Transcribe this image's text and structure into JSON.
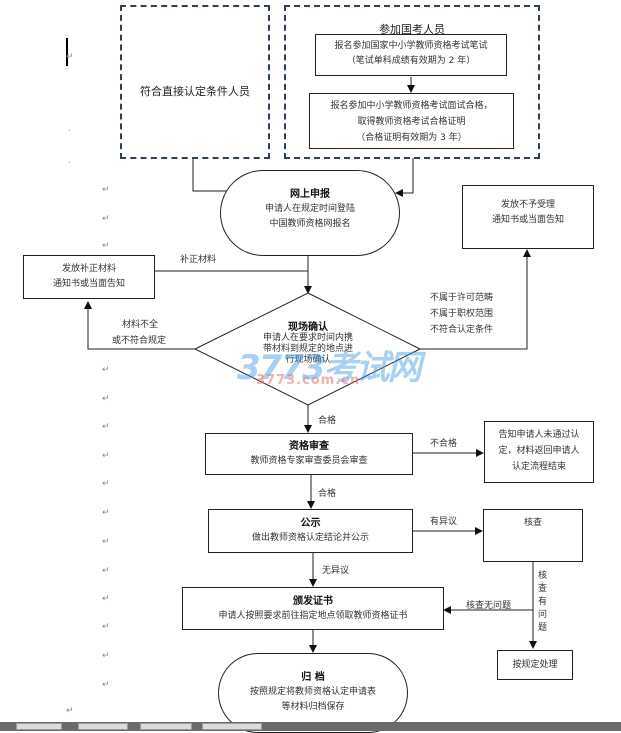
{
  "direct_box": {
    "text": "符合直接认定条件人员"
  },
  "exam_group": {
    "title": "参加国考人员",
    "written": {
      "line1": "报名参加国家中小学教师资格考试笔试",
      "line2": "（笔试单科成绩有效期为 2 年）"
    },
    "interview": {
      "line1": "报名参加中小学教师资格考试面试合格，",
      "line2": "取得教师资格考试合格证明",
      "line3": "（合格证明有效期为 3 年）"
    }
  },
  "online": {
    "title": "网上申报",
    "line1": "申请人在规定时间登陆",
    "line2": "中国教师资格网报名"
  },
  "reject_box": {
    "line1": "发放不予受理",
    "line2": "通知书或当面告知"
  },
  "supplement_box": {
    "line1": "发放补正材料",
    "line2": "通知书或当面告知"
  },
  "labels": {
    "supplement": "补正材料",
    "incomplete_1": "材料不全",
    "incomplete_2": "或不符合规定",
    "not_scope_1": "不属于许可范畴",
    "not_scope_2": "不属于职权范围",
    "not_scope_3": "不符合认定条件",
    "pass1": "合格",
    "pass2": "合格",
    "fail": "不合格",
    "objection": "有异议",
    "no_objection": "无异议",
    "check_ok": "核查无问题",
    "check_problem": "核查有问题"
  },
  "onsite": {
    "title": "现场确认",
    "line1": "申请人在要求时间内携",
    "line2": "带材料到规定的地点进",
    "line3": "行现场确认"
  },
  "review": {
    "title": "资格审查",
    "line1": "教师资格专家审查委员会审查"
  },
  "fail_box": {
    "line1": "告知申请人未通过认",
    "line2": "定，材料返回申请人",
    "line3": "认定流程结束"
  },
  "publicity": {
    "title": "公示",
    "line1": "做出教师资格认定结论并公示"
  },
  "verify_box": {
    "title": "核查"
  },
  "issue": {
    "title": "颁发证书",
    "line1": "申请人按照要求前往指定地点领取教师资格证书"
  },
  "handle_box": {
    "line1": "按规定处理"
  },
  "archive": {
    "title": "归 档",
    "line1": "按照规定将教师资格认定申请表",
    "line2": "等材料归档保存"
  },
  "watermark": {
    "logo": "3773考试网",
    "url": "3773.com.cn"
  },
  "colors": {
    "dashed_border": "#2f4157",
    "line": "#222222",
    "watermark_blue": "#3c96e6",
    "watermark_red": "#eb6e64"
  }
}
